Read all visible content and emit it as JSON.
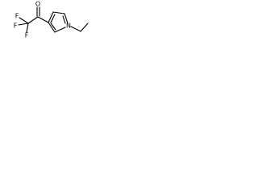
{
  "molecule": {
    "atoms": {
      "carbonyl_oxygen": "O",
      "fluorine_top": "F",
      "fluorine_middle": "F",
      "fluorine_bottom": "F",
      "ring_nitrogen": "N"
    },
    "colors": {
      "bond": "#000000",
      "label": "#000000",
      "background": "#ffffff"
    }
  }
}
